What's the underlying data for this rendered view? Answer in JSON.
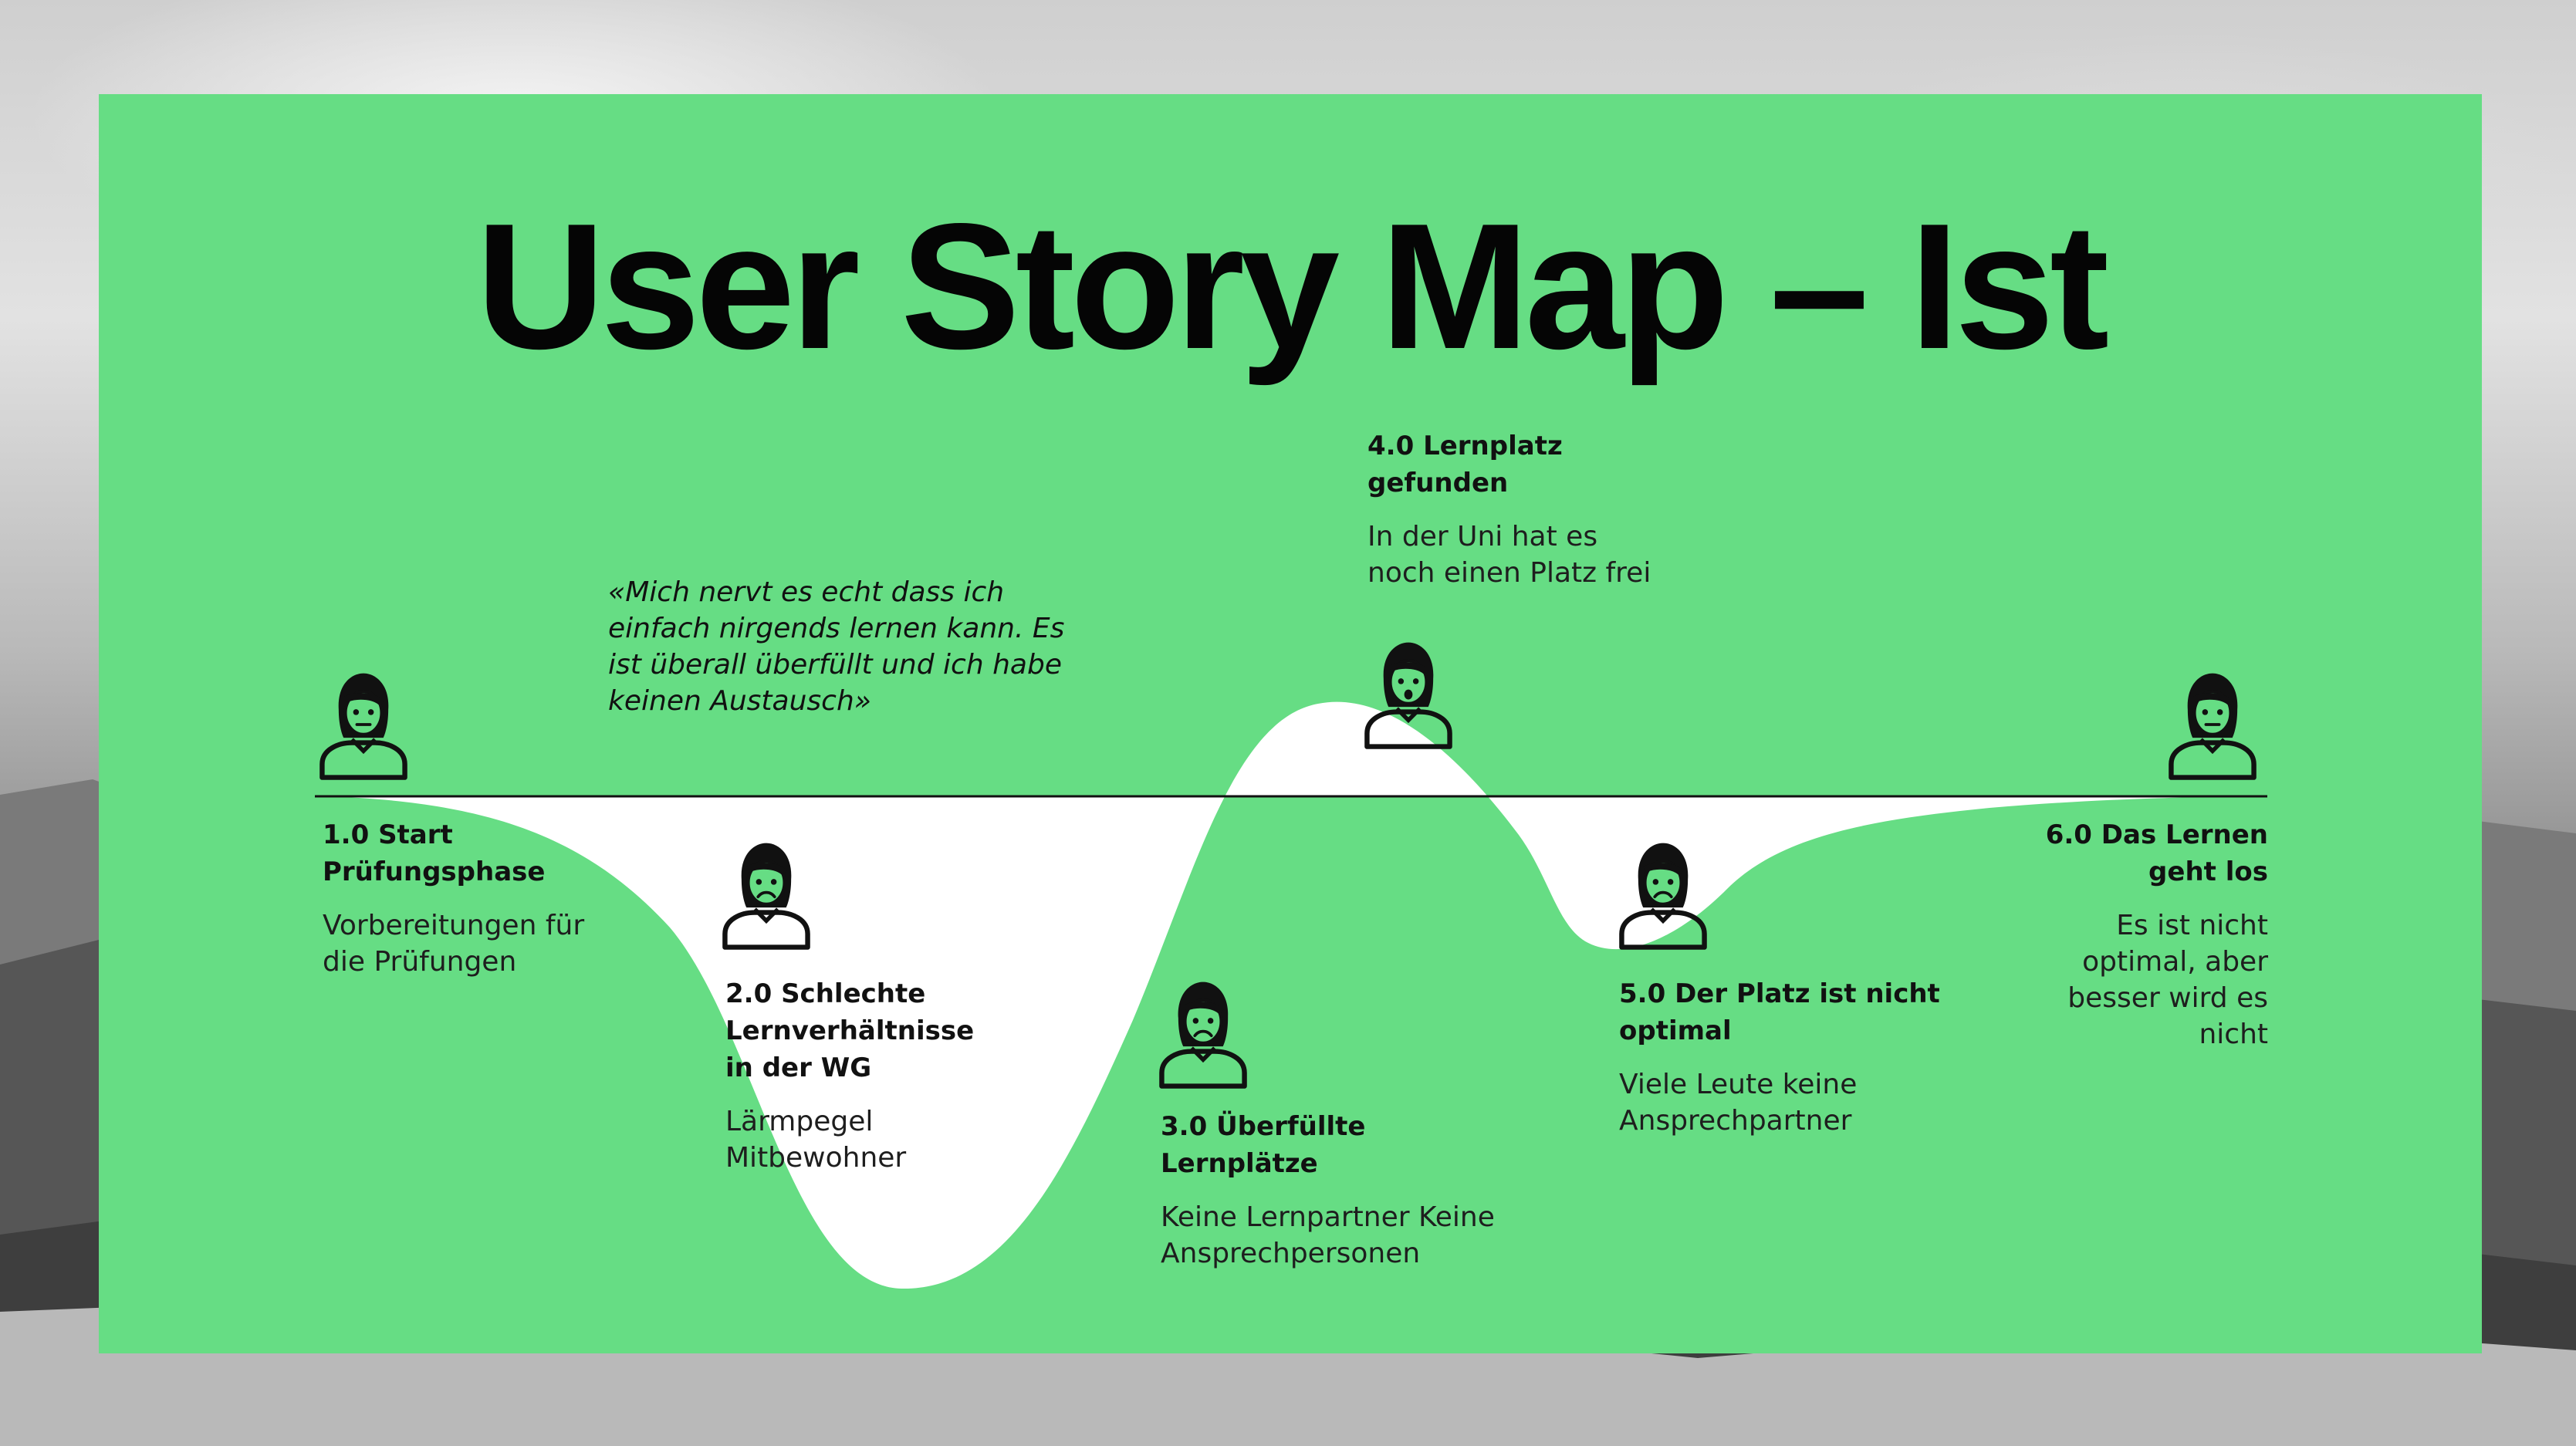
{
  "title": "User Story Map – Ist",
  "quote": "«Mich nervt es echt dass ich einfach nirgends lernen kann. Es ist überall überfüllt und ich habe keinen Austausch»",
  "colors": {
    "panel": "#66dd84",
    "curve_fill": "#ffffff",
    "baseline": "#111111",
    "text": "#111111"
  },
  "steps": [
    {
      "id": "1.0",
      "title": "1.0 Start Prüfungsphase",
      "description": "Vorbereitungen für die Prüfungen",
      "mood": "neutral",
      "icon": "person-neutral-icon"
    },
    {
      "id": "2.0",
      "title": "2.0 Schlechte Lernverhältnisse in der WG",
      "description": "Lärmpegel Mitbewohner",
      "mood": "sad",
      "icon": "person-sad-icon"
    },
    {
      "id": "3.0",
      "title": "3.0 Überfüllte Lernplätze",
      "description": "Keine Lernpartner Keine Ansprechpersonen",
      "mood": "sad",
      "icon": "person-sad-icon"
    },
    {
      "id": "4.0",
      "title": "4.0 Lernplatz gefunden",
      "description": "In der Uni hat es noch einen Platz frei",
      "mood": "surprised",
      "icon": "person-surprised-icon"
    },
    {
      "id": "5.0",
      "title": "5.0 Der Platz ist nicht optimal",
      "description": "Viele Leute keine Ansprechpartner",
      "mood": "sad",
      "icon": "person-sad-icon"
    },
    {
      "id": "6.0",
      "title": "6.0 Das Lernen geht los",
      "description": "Es ist nicht optimal, aber besser wird es nicht",
      "mood": "neutral",
      "icon": "person-neutral-icon"
    }
  ]
}
